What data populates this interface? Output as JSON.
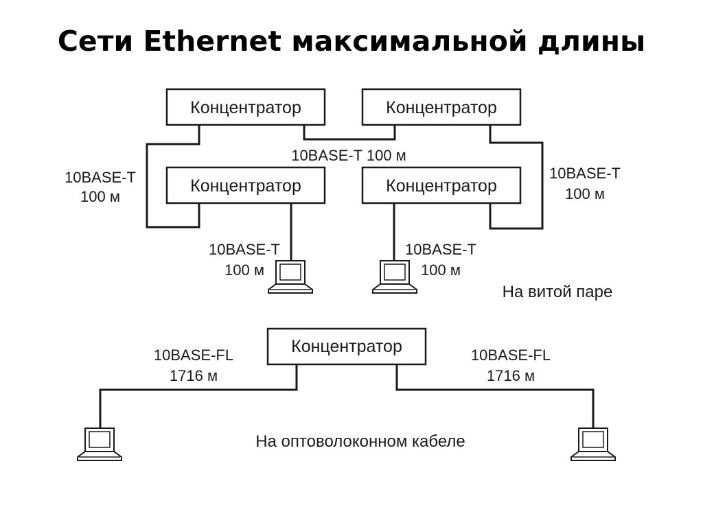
{
  "slide": {
    "title": "Сети Ethernet максимальной длины"
  },
  "hub_label": "Концентратор",
  "twisted_pair": {
    "caption": "На витой паре",
    "link_top": "10BASE-T 100 м",
    "left_link": [
      "10BASE-T",
      "100 м"
    ],
    "right_link": [
      "10BASE-T",
      "100 м"
    ],
    "pc_left_link": [
      "10BASE-T",
      "100 м"
    ],
    "pc_right_link": [
      "10BASE-T",
      "100 м"
    ]
  },
  "fiber": {
    "caption": "На оптоволоконном кабеле",
    "left_link": [
      "10BASE-FL",
      "1716 м"
    ],
    "right_link": [
      "10BASE-FL",
      "1716 м"
    ]
  },
  "colors": {
    "line": "#1a1a1a",
    "background": "#ffffff"
  }
}
